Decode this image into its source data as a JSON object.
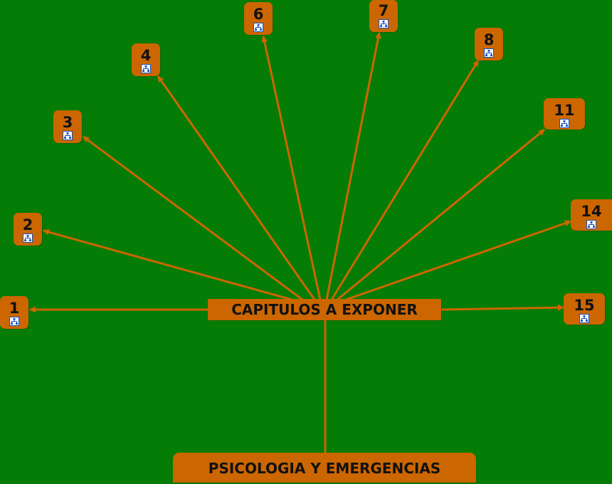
{
  "colors": {
    "background": "#047C06",
    "node": "#CC6600",
    "connector": "#CC6600",
    "text": "#111111"
  },
  "root": {
    "label": "PSICOLOGIA Y EMERGENCIAS"
  },
  "center": {
    "label": "CAPITULOS A EXPONER"
  },
  "chapters": [
    {
      "label": "1",
      "icon": "submap-icon"
    },
    {
      "label": "2",
      "icon": "submap-icon"
    },
    {
      "label": "3",
      "icon": "submap-icon"
    },
    {
      "label": "4",
      "icon": "submap-icon"
    },
    {
      "label": "6",
      "icon": "submap-icon"
    },
    {
      "label": "7",
      "icon": "submap-icon"
    },
    {
      "label": "8",
      "icon": "submap-icon"
    },
    {
      "label": "11",
      "icon": "submap-icon"
    },
    {
      "label": "14",
      "icon": "submap-icon"
    },
    {
      "label": "15",
      "icon": "submap-icon"
    }
  ]
}
